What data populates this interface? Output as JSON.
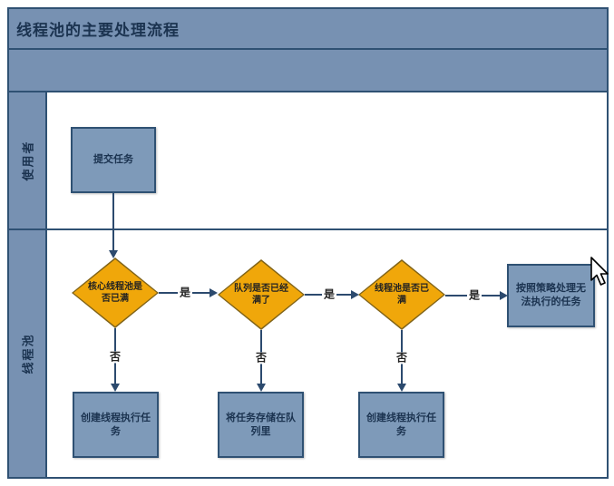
{
  "title": "线程池的主要处理流程",
  "lanes": [
    {
      "label": "使用者"
    },
    {
      "label": "线程池"
    }
  ],
  "nodes": {
    "submit_task": "提交任务",
    "decision_core_pool_full": "核心线程池是否已满",
    "decision_queue_full": "队列是否已经满了",
    "decision_pool_full": "线程池是否已满",
    "policy_handle": "按照策略处理无法执行的任务",
    "create_thread_1": "创建线程执行任务",
    "store_in_queue": "将任务存储在队列里",
    "create_thread_2": "创建线程执行任务"
  },
  "edge_labels": {
    "yes": "是",
    "no": "否"
  },
  "colors": {
    "blue": "#7791b2",
    "boxblue": "#7e9ab9",
    "navy": "#2f5173",
    "ink": "#1b3350",
    "orange": "#f0a70a",
    "dborder": "#806318",
    "line": "#2c4a6e"
  }
}
